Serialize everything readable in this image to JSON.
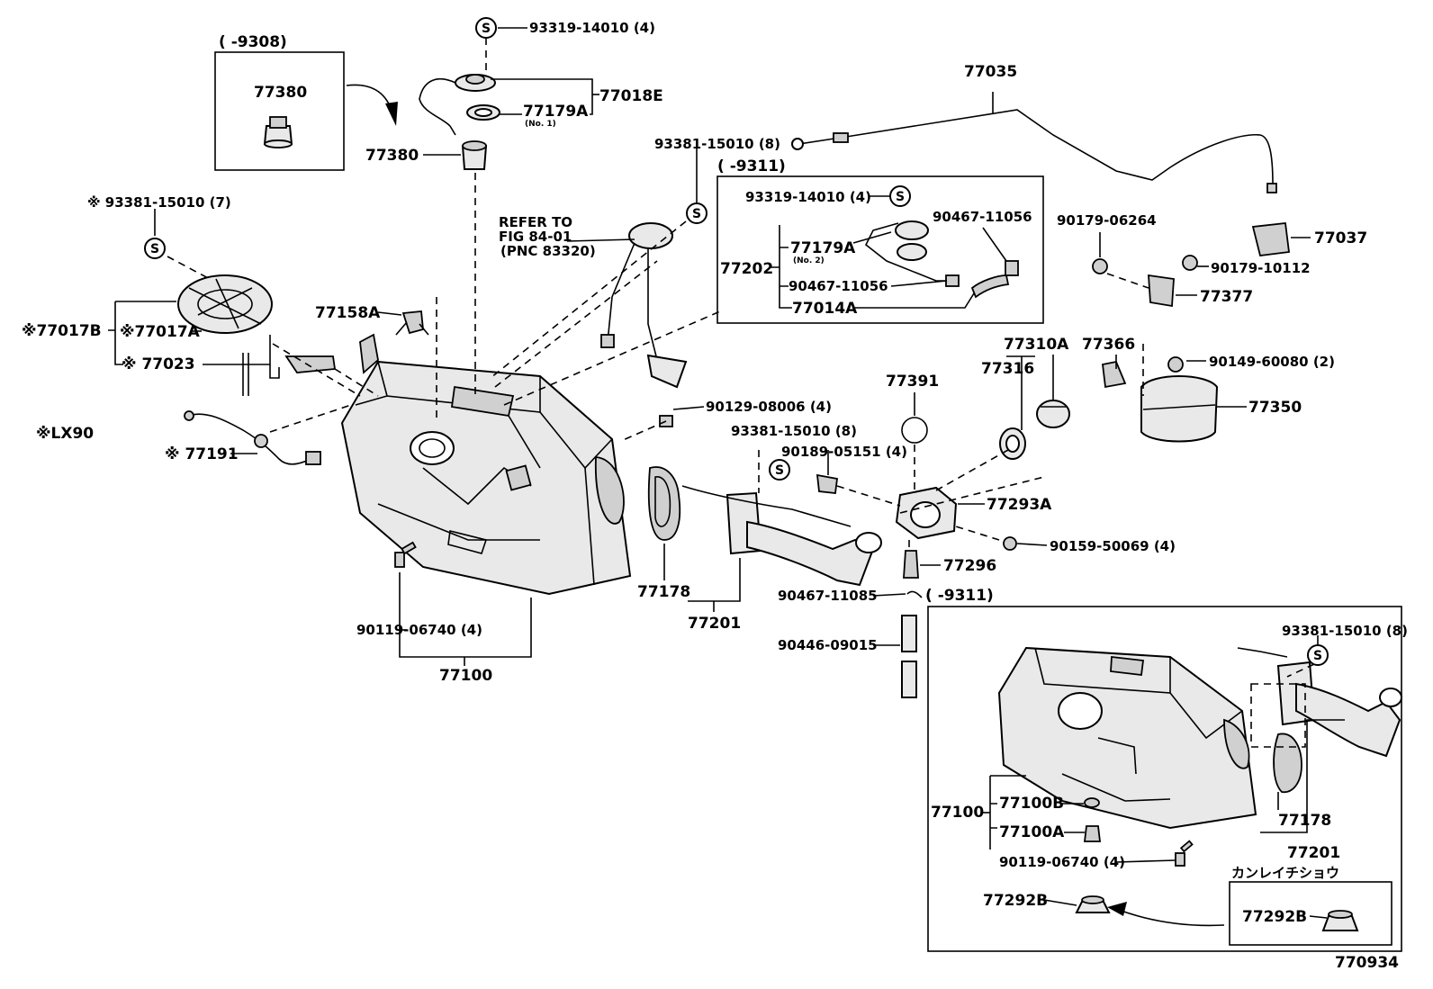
{
  "figure_number": "770934",
  "labels": {
    "range_9308": "(       -9308)",
    "p77380_box": "77380",
    "p93319_top": "93319-14010 (4)",
    "p77018E": "77018E",
    "p77179A_1": "77179A",
    "no1": "(No. 1)",
    "p77380": "77380",
    "p77035": "77035",
    "p93381_8a": "93381-15010 (8)",
    "range_9311a": "(       -9311)",
    "p93319_box": "93319-14010 (4)",
    "p90467_a": "90467-11056",
    "p77179A_2": "77179A",
    "no2": "(No. 2)",
    "p77202": "77202",
    "p90467_b": "90467-11056",
    "p77014A": "77014A",
    "p90179_06264": "90179-06264",
    "p77037": "77037",
    "p90179_10112": "90179-10112",
    "p77377": "77377",
    "refer1": "REFER TO",
    "refer2": "FIG 84-01",
    "refer3": "(PNC 83320)",
    "p93381_7": "※ 93381-15010 (7)",
    "p77017B": "※77017B",
    "p77017A": "※77017A",
    "p77023": "※ 77023",
    "lx90": "※LX90",
    "p77191": "※ 77191",
    "p77158A": "77158A",
    "p77310A": "77310A",
    "p77366": "77366",
    "p77316": "77316",
    "p90149": "90149-60080 (2)",
    "p77391": "77391",
    "p77350": "77350",
    "p90129": "90129-08006 (4)",
    "p93381_8b": "93381-15010 (8)",
    "p90189": "90189-05151 (4)",
    "p77293A": "77293A",
    "p90159": "90159-50069 (4)",
    "p77296": "77296",
    "p90467_11085": "90467-11085",
    "range_9311b": "(       -9311)",
    "p77178": "77178",
    "p77201": "77201",
    "p90119": "90119-06740 (4)",
    "p77100": "77100",
    "p90446": "90446-09015",
    "p93381_8c": "93381-15010 (8)",
    "p77100_b": "77100",
    "p77100B": "77100B",
    "p77100A": "77100A",
    "p90119_b": "90119-06740 (4)",
    "p77178_b": "77178",
    "p77201_b": "77201",
    "katakana": "カンレイチショウ",
    "p77292B": "77292B",
    "p77292B_box": "77292B",
    "s": "S"
  }
}
